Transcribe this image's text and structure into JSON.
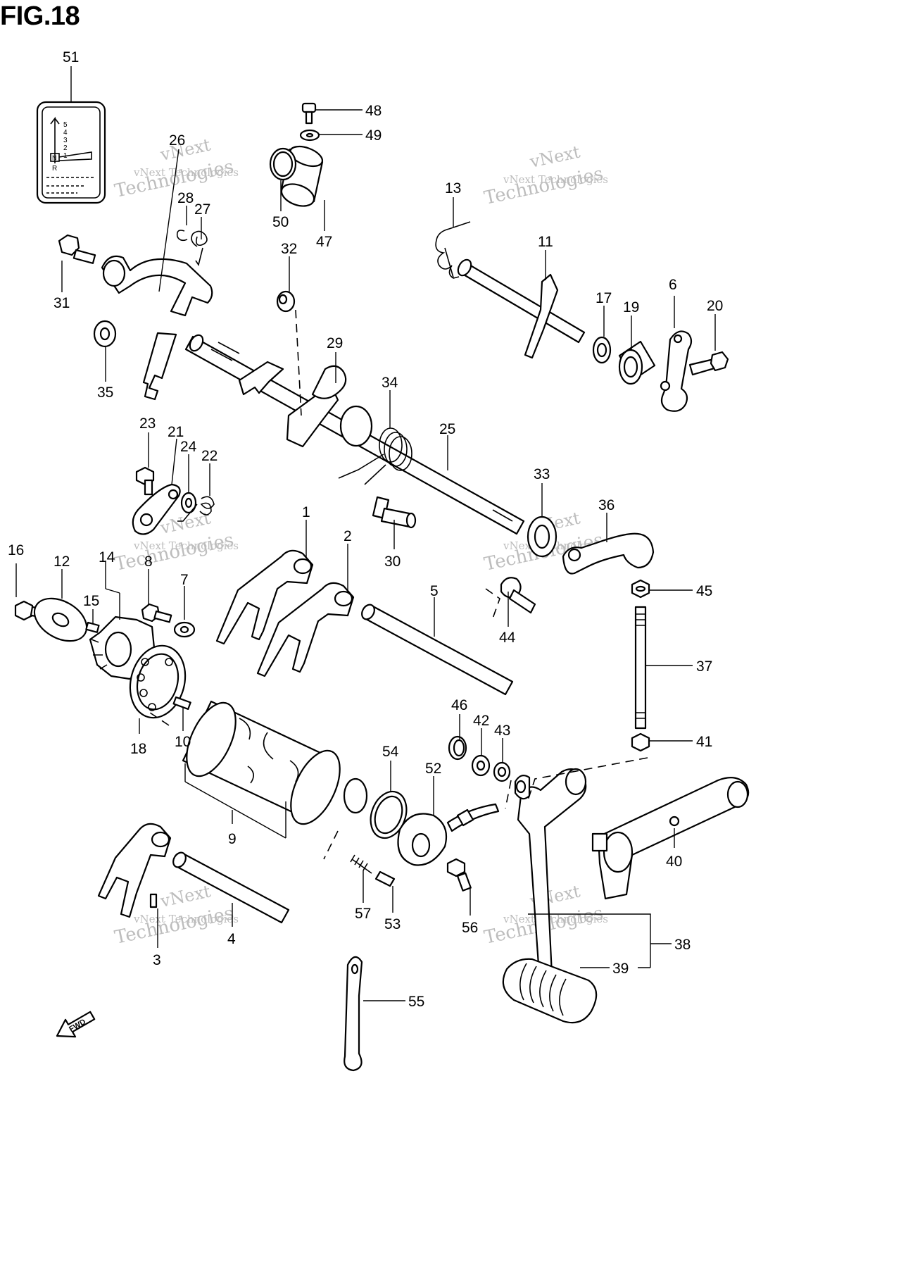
{
  "figure": {
    "title": "FIG.18"
  },
  "watermark": {
    "line1": "vNext Technologies",
    "line2": "vNext",
    "line3": "Technologies"
  },
  "shift_label": {
    "gears": [
      "5",
      "4",
      "3",
      "2",
      "1"
    ],
    "neutral": "N",
    "reverse": "R"
  },
  "fwd_arrow": {
    "label": "FWD"
  },
  "callouts": [
    {
      "id": "51",
      "label": "51"
    },
    {
      "id": "26",
      "label": "26"
    },
    {
      "id": "28",
      "label": "28"
    },
    {
      "id": "27",
      "label": "27"
    },
    {
      "id": "31",
      "label": "31"
    },
    {
      "id": "35",
      "label": "35"
    },
    {
      "id": "48",
      "label": "48"
    },
    {
      "id": "49",
      "label": "49"
    },
    {
      "id": "50",
      "label": "50"
    },
    {
      "id": "47",
      "label": "47"
    },
    {
      "id": "32",
      "label": "32"
    },
    {
      "id": "29",
      "label": "29"
    },
    {
      "id": "13",
      "label": "13"
    },
    {
      "id": "11",
      "label": "11"
    },
    {
      "id": "17",
      "label": "17"
    },
    {
      "id": "19",
      "label": "19"
    },
    {
      "id": "6",
      "label": "6"
    },
    {
      "id": "20",
      "label": "20"
    },
    {
      "id": "34",
      "label": "34"
    },
    {
      "id": "25",
      "label": "25"
    },
    {
      "id": "23",
      "label": "23"
    },
    {
      "id": "21",
      "label": "21"
    },
    {
      "id": "24",
      "label": "24"
    },
    {
      "id": "22",
      "label": "22"
    },
    {
      "id": "33",
      "label": "33"
    },
    {
      "id": "36",
      "label": "36"
    },
    {
      "id": "1",
      "label": "1"
    },
    {
      "id": "2",
      "label": "2"
    },
    {
      "id": "30",
      "label": "30"
    },
    {
      "id": "45",
      "label": "45"
    },
    {
      "id": "16",
      "label": "16"
    },
    {
      "id": "12",
      "label": "12"
    },
    {
      "id": "14",
      "label": "14"
    },
    {
      "id": "15",
      "label": "15"
    },
    {
      "id": "8",
      "label": "8"
    },
    {
      "id": "7",
      "label": "7"
    },
    {
      "id": "5",
      "label": "5"
    },
    {
      "id": "44",
      "label": "44"
    },
    {
      "id": "37",
      "label": "37"
    },
    {
      "id": "18",
      "label": "18"
    },
    {
      "id": "10",
      "label": "10"
    },
    {
      "id": "46",
      "label": "46"
    },
    {
      "id": "42",
      "label": "42"
    },
    {
      "id": "43",
      "label": "43"
    },
    {
      "id": "41",
      "label": "41"
    },
    {
      "id": "54",
      "label": "54"
    },
    {
      "id": "52",
      "label": "52"
    },
    {
      "id": "9",
      "label": "9"
    },
    {
      "id": "40",
      "label": "40"
    },
    {
      "id": "57",
      "label": "57"
    },
    {
      "id": "53",
      "label": "53"
    },
    {
      "id": "56",
      "label": "56"
    },
    {
      "id": "3",
      "label": "3"
    },
    {
      "id": "4",
      "label": "4"
    },
    {
      "id": "38",
      "label": "38"
    },
    {
      "id": "39",
      "label": "39"
    },
    {
      "id": "55",
      "label": "55"
    }
  ]
}
